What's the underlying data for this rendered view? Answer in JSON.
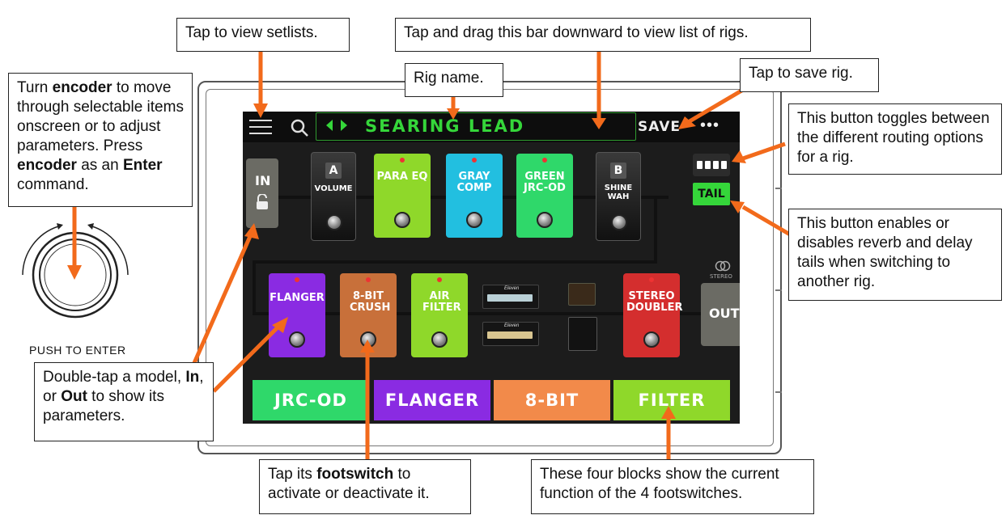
{
  "callouts": {
    "setlists": "Tap to view setlists.",
    "drag_bar": "Tap and drag this bar downward to view list of rigs.",
    "rig_name": "Rig name.",
    "save": "Tap to save rig.",
    "encoder": {
      "p1": "Turn ",
      "b1": "encoder",
      "p2": " to move through selectable items onscreen or to adjust parameters. Press ",
      "b2": "encoder",
      "p3": " as an ",
      "b3": "Enter",
      "p4": " command."
    },
    "routing": "This button toggles between the different routing options for a rig.",
    "tail": "This button enables or disables reverb and delay tails when switching to another rig.",
    "double_tap": {
      "p1": "Double-tap a model, ",
      "b1": "In",
      "p2": ", or ",
      "b2": "Out",
      "p3": " to show its parameters."
    },
    "footswitch": {
      "p1": "Tap its ",
      "b1": "footswitch",
      "p2": " to activate or deactivate it."
    },
    "four_blocks": "These four blocks show the current function of the 4 footswitches."
  },
  "encoder_label": "PUSH TO ENTER",
  "screen": {
    "rig_name": "SEARING LEAD",
    "save_label": "SAVE",
    "more_label": "•••",
    "tail_label": "TAIL",
    "stereo_label": "STEREO",
    "in_label": "IN",
    "out_label": "OUT",
    "row1": [
      {
        "badge": "A",
        "label": "VOLUME",
        "color": "#2a2a2a"
      },
      {
        "label": "PARA EQ",
        "color": "#8fd82a"
      },
      {
        "label": "GRAY COMP",
        "color": "#22bfe0"
      },
      {
        "label": "GREEN JRC-OD",
        "color": "#2fd86a"
      },
      {
        "badge": "B",
        "label": "SHINE WAH",
        "color": "#2a2a2a"
      }
    ],
    "row2": [
      {
        "label": "FLANGER",
        "color": "#8a2be2"
      },
      {
        "label": "8-BIT CRUSH",
        "color": "#c8703a"
      },
      {
        "label": "AIR FILTER",
        "color": "#8fd82a"
      },
      {
        "label": "STEREO DOUBLER",
        "color": "#d42e2e"
      }
    ],
    "amp_brand": "Eleven",
    "footswitches": [
      {
        "label": "JRC-OD",
        "color": "#2fd86a"
      },
      {
        "label": "FLANGER",
        "color": "#8a2be2"
      },
      {
        "label": "8-BIT",
        "color": "#f28a4a"
      },
      {
        "label": "FILTER",
        "color": "#8fd82a"
      }
    ]
  },
  "colors": {
    "accent_arrow": "#f26a1b",
    "rig_name_green": "#35d63a"
  }
}
